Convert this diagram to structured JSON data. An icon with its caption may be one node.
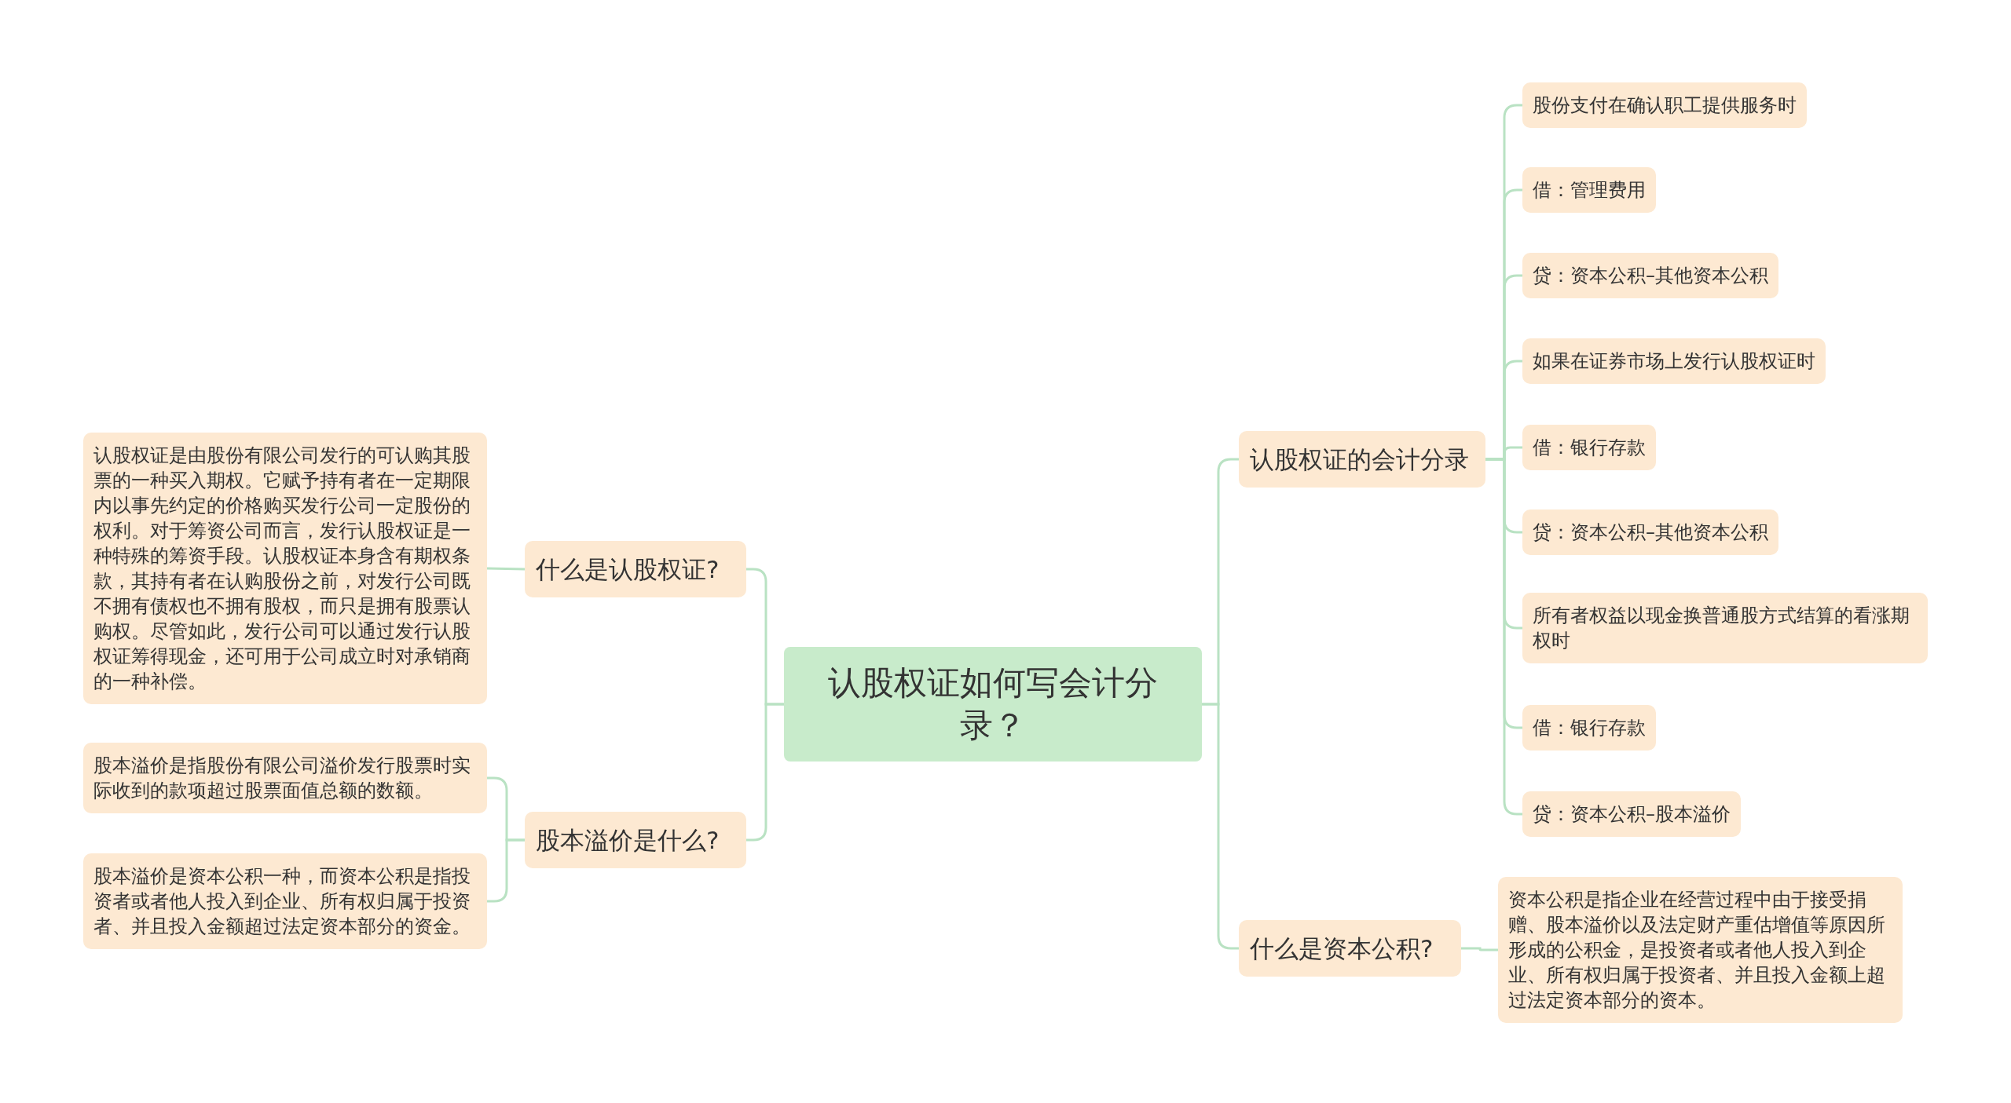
{
  "diagram": {
    "nodes": [
      {
        "text": [
          "认股权证如何写会计分录？"
        ]
      },
      {
        "text": [
          "什么是认股权证?"
        ]
      },
      {
        "text": [
          "认股权证是由股份有限公司发行的可认购其股票的一种买入期权。它赋予持有者在一定期限内以事先约定的价格购买发行公司一定股份的权利。对于筹资公司而言，发行认股权证是一种特殊的筹资手段。认股权证本身含有期权条款，其持有者在认购股份之前，对发行公司既不拥有债权也不拥有股权，而只是拥有股票认购权。尽管如此，发行公司可以通过发行认股权证筹得现金，还可用于公司成立时对承销商的一种补偿。"
        ]
      },
      {
        "text": [
          "股本溢价是什么?"
        ]
      },
      {
        "text": [
          "股本溢价是指股份有限公司溢价发行股票时实际收到的款项超过股票面值总额的数额。"
        ]
      },
      {
        "text": [
          "股本溢价是资本公积一种，而资本公积是指投资者或者他人投入到企业、所有权归属于投资者、并且投入金额超过法定资本部分的资金。"
        ]
      },
      {
        "text": [
          "认股权证的会计分录"
        ]
      },
      {
        "text": [
          "股份支付在确认职工提供服务时"
        ]
      },
      {
        "text": [
          "借：管理费用"
        ]
      },
      {
        "text": [
          "贷：资本公积–其他资本公积"
        ]
      },
      {
        "text": [
          "如果在证券市场上发行认股权证时"
        ]
      },
      {
        "text": [
          "借：银行存款"
        ]
      },
      {
        "text": [
          "贷：资本公积–其他资本公积"
        ]
      },
      {
        "text": [
          "所有者权益以现金换普通股方式结算的看涨期权时"
        ]
      },
      {
        "text": [
          "借：银行存款"
        ]
      },
      {
        "text": [
          "贷：资本公积–股本溢价"
        ]
      },
      {
        "text": [
          "什么是资本公积?"
        ]
      },
      {
        "text": [
          "资本公积是指企业在经营过程中由于接受捐赠、股本溢价以及法定财产重估增值等原因所形成的公积金，是投资者或者他人投入到企业、所有权归属于投资者、并且投入金额上超过法定资本部分的资本。"
        ]
      }
    ],
    "edges": [
      {
        "from": 0,
        "to": 1,
        "arrow": "none"
      },
      {
        "from": 1,
        "to": 2,
        "arrow": "none"
      },
      {
        "from": 0,
        "to": 3,
        "arrow": "none"
      },
      {
        "from": 3,
        "to": 4,
        "arrow": "none"
      },
      {
        "from": 3,
        "to": 5,
        "arrow": "none"
      },
      {
        "from": 0,
        "to": 6,
        "arrow": "none"
      },
      {
        "from": 6,
        "to": 7,
        "arrow": "none"
      },
      {
        "from": 6,
        "to": 8,
        "arrow": "none"
      },
      {
        "from": 6,
        "to": 9,
        "arrow": "none"
      },
      {
        "from": 6,
        "to": 10,
        "arrow": "none"
      },
      {
        "from": 6,
        "to": 11,
        "arrow": "none"
      },
      {
        "from": 6,
        "to": 12,
        "arrow": "none"
      },
      {
        "from": 6,
        "to": 13,
        "arrow": "none"
      },
      {
        "from": 6,
        "to": 14,
        "arrow": "none"
      },
      {
        "from": 6,
        "to": 15,
        "arrow": "none"
      },
      {
        "from": 0,
        "to": 16,
        "arrow": "none"
      },
      {
        "from": 16,
        "to": 17,
        "arrow": "none"
      }
    ]
  }
}
